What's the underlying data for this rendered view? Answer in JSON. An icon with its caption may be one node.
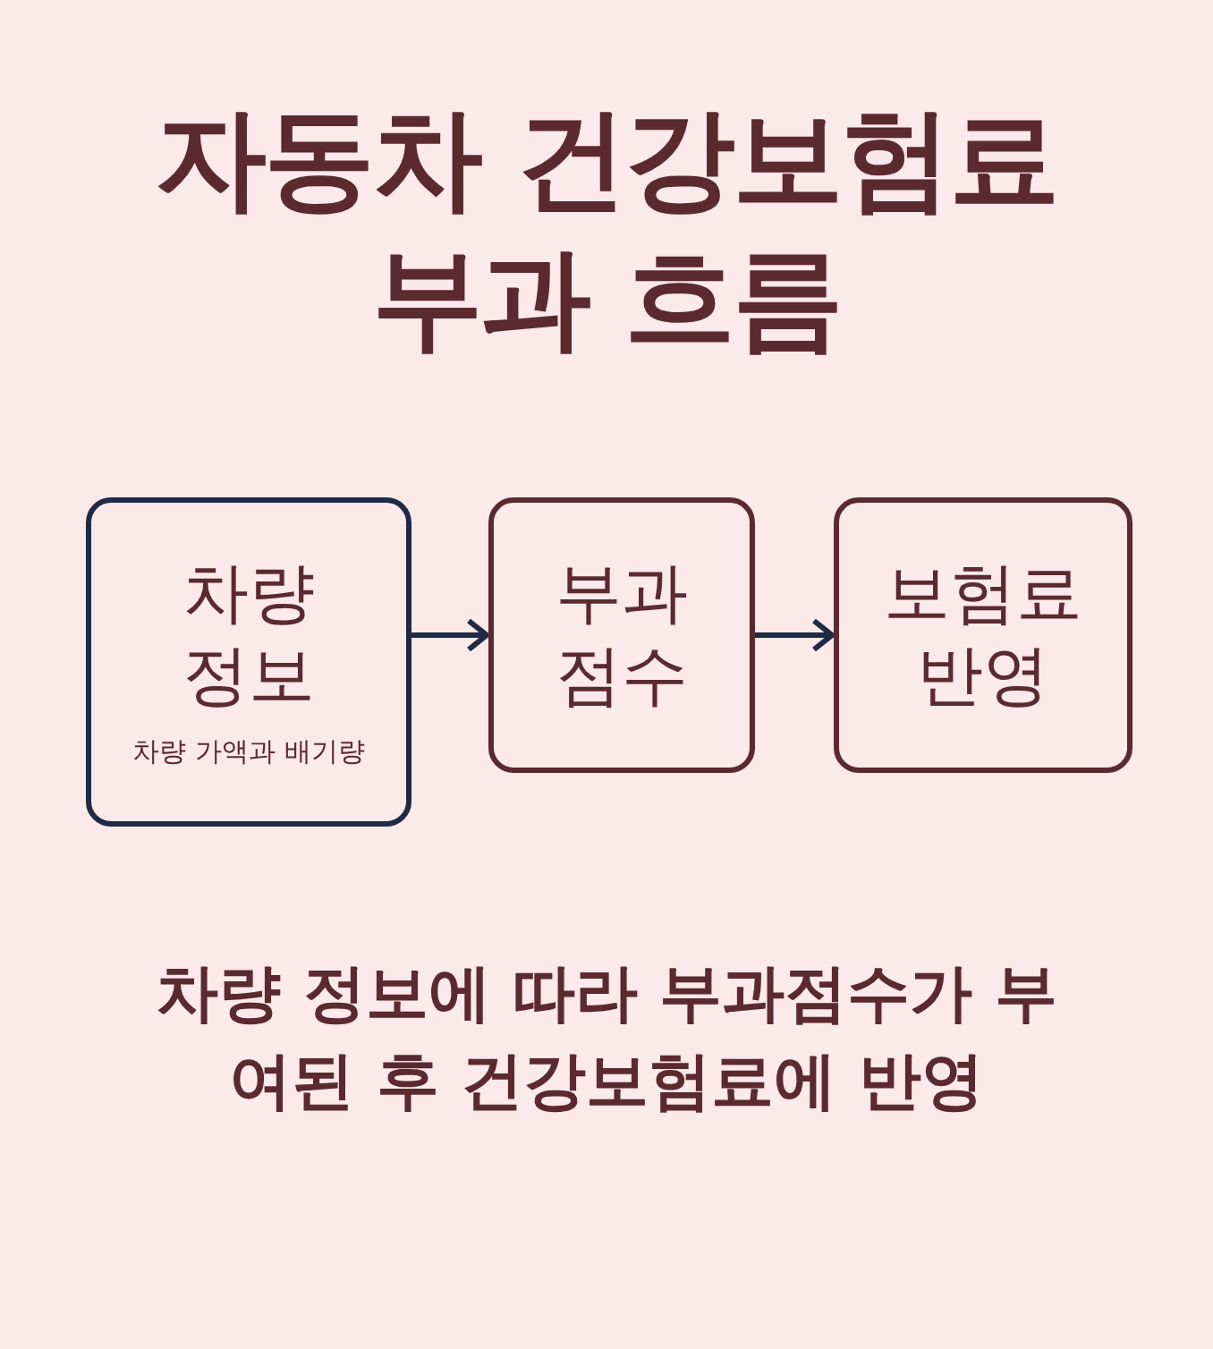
{
  "diagram": {
    "title": "자동차 건강보험료 부과 흐름",
    "caption": "차량 정보에 따라 부과점수가 부여된 후 건강보험료에 반영",
    "nodes": [
      {
        "text": [
          "차량 정보",
          "차량 가액과 배기량"
        ]
      },
      {
        "text": [
          "부과 점수"
        ]
      },
      {
        "text": [
          "보험료 반영"
        ]
      }
    ],
    "edges": [
      {
        "from": 0,
        "to": 1,
        "arrow": "to"
      },
      {
        "from": 1,
        "to": 2,
        "arrow": "to"
      }
    ]
  }
}
